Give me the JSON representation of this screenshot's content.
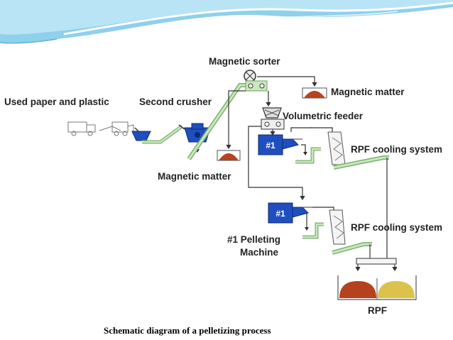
{
  "diagram": {
    "labels": {
      "used_paper_plastic": "Used paper and plastic",
      "second_crusher": "Second crusher",
      "magnetic_sorter": "Magnetic sorter",
      "magnetic_matter_top": "Magnetic matter",
      "volumetric_feeder": "Volumetric feeder",
      "rpf_cooling_1": "RPF cooling system",
      "magnetic_matter_bottom": "Magnetic matter",
      "rpf_cooling_2": "RPF cooling system",
      "pelleting_machine_line1": "#1 Pelleting",
      "pelleting_machine_line2": "Machine",
      "rpf": "RPF",
      "machine_badge_1": "#1",
      "machine_badge_2": "#1"
    },
    "caption": "Schematic diagram of a pelletizing process"
  },
  "colors": {
    "machine_blue": "#1f4fbf",
    "conveyor_green": "#9fcf8f",
    "magnetic_red": "#b8431c",
    "rpf_red": "#b5421f",
    "rpf_yellow": "#dcc24a",
    "wave_blue": "#7cc3e4"
  }
}
